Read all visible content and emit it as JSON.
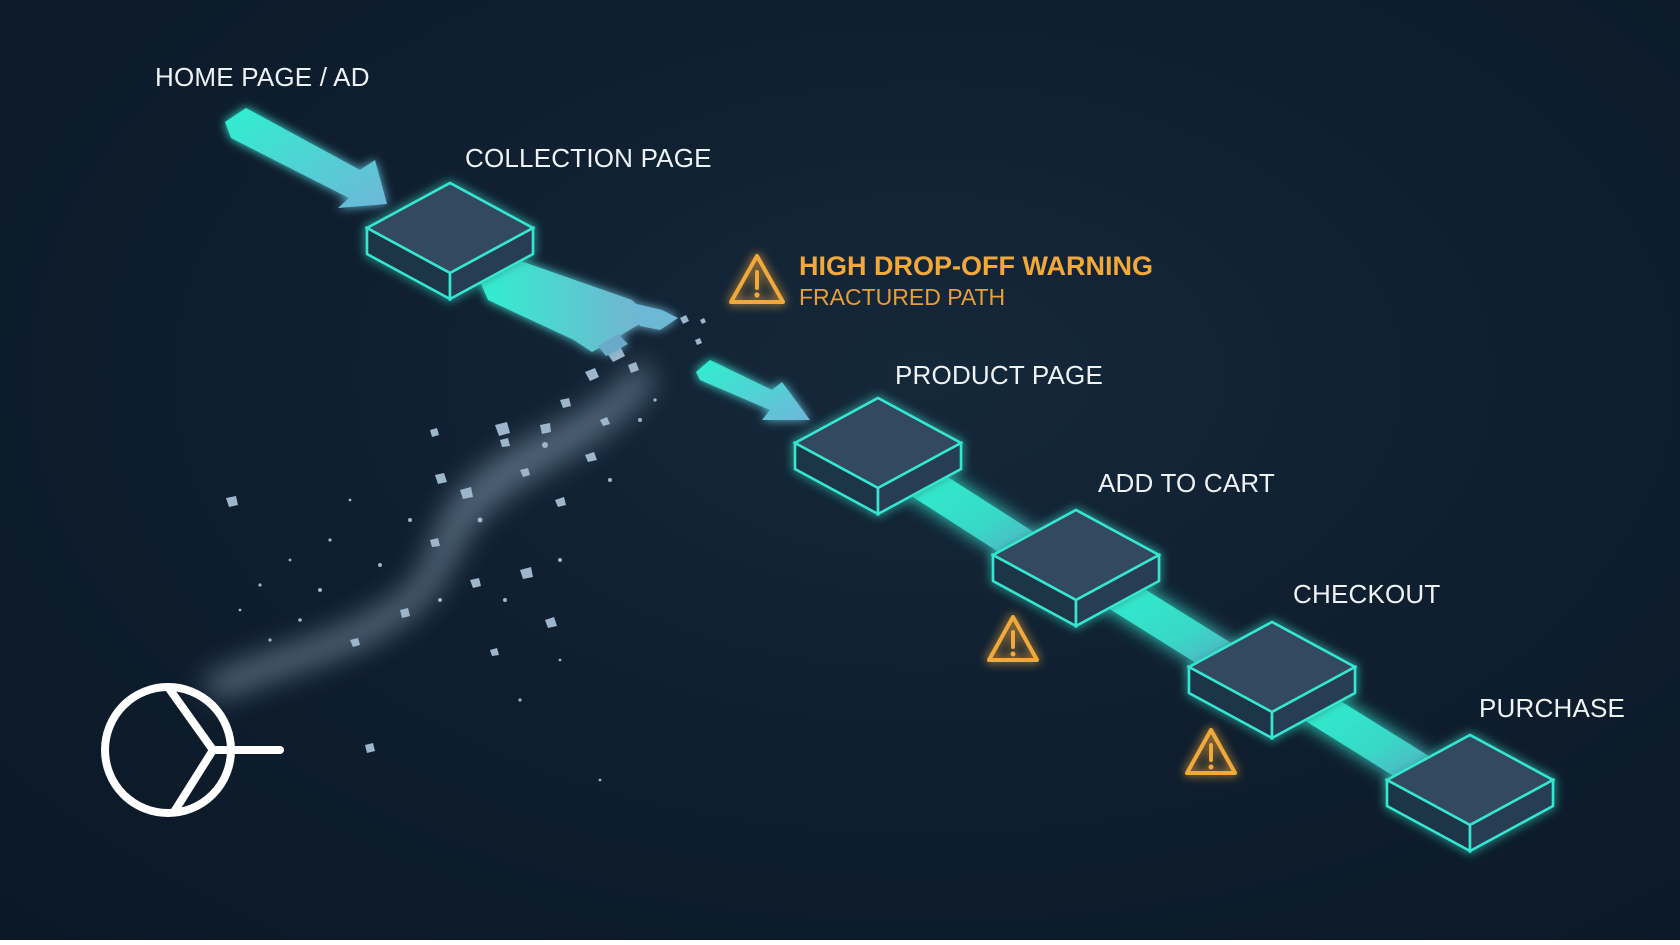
{
  "funnel": {
    "stages": [
      {
        "label": "HOME PAGE / AD"
      },
      {
        "label": "COLLECTION PAGE"
      },
      {
        "label": "PRODUCT PAGE"
      },
      {
        "label": "ADD TO CART"
      },
      {
        "label": "CHECKOUT"
      },
      {
        "label": "PURCHASE"
      }
    ]
  },
  "warning": {
    "title": "HIGH DROP-OFF WARNING",
    "subtitle": "FRACTURED PATH"
  },
  "colors": {
    "background": "#0f1f30",
    "path": "#2ee6c8",
    "warning": "#f2a93a",
    "label": "#eef3f6"
  },
  "icons": [
    "warning-triangle-icon",
    "brand-logo-icon"
  ]
}
